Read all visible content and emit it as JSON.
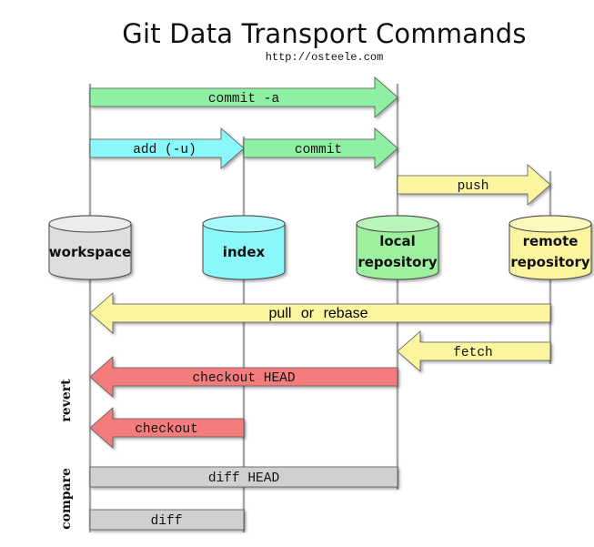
{
  "title": "Git Data Transport Commands",
  "subtitle": "http://osteele.com",
  "stores": {
    "workspace": [
      "workspace"
    ],
    "index": [
      "index"
    ],
    "local": [
      "local",
      "repository"
    ],
    "remote": [
      "remote",
      "repository"
    ]
  },
  "commands": {
    "commit_a": "commit -a",
    "add_u": "add (-u)",
    "commit": "commit",
    "push": "push",
    "pull_left": "pull",
    "pull_or": "or",
    "pull_right": "rebase",
    "fetch": "fetch",
    "checkout_head": "checkout HEAD",
    "checkout": "checkout",
    "diff_head": "diff HEAD",
    "diff": "diff"
  },
  "side_labels": {
    "revert": "revert",
    "compare": "compare"
  },
  "colors": {
    "green": "#8ef0a2",
    "cyan": "#8af7fa",
    "yellow": "#fbf59f",
    "red": "#f57b7b",
    "gray": "#d0d0d0",
    "store_gray": "#dedede",
    "store_cyan": "#8af7fa",
    "store_green": "#9cf09e",
    "store_yellow": "#fbf59f"
  }
}
